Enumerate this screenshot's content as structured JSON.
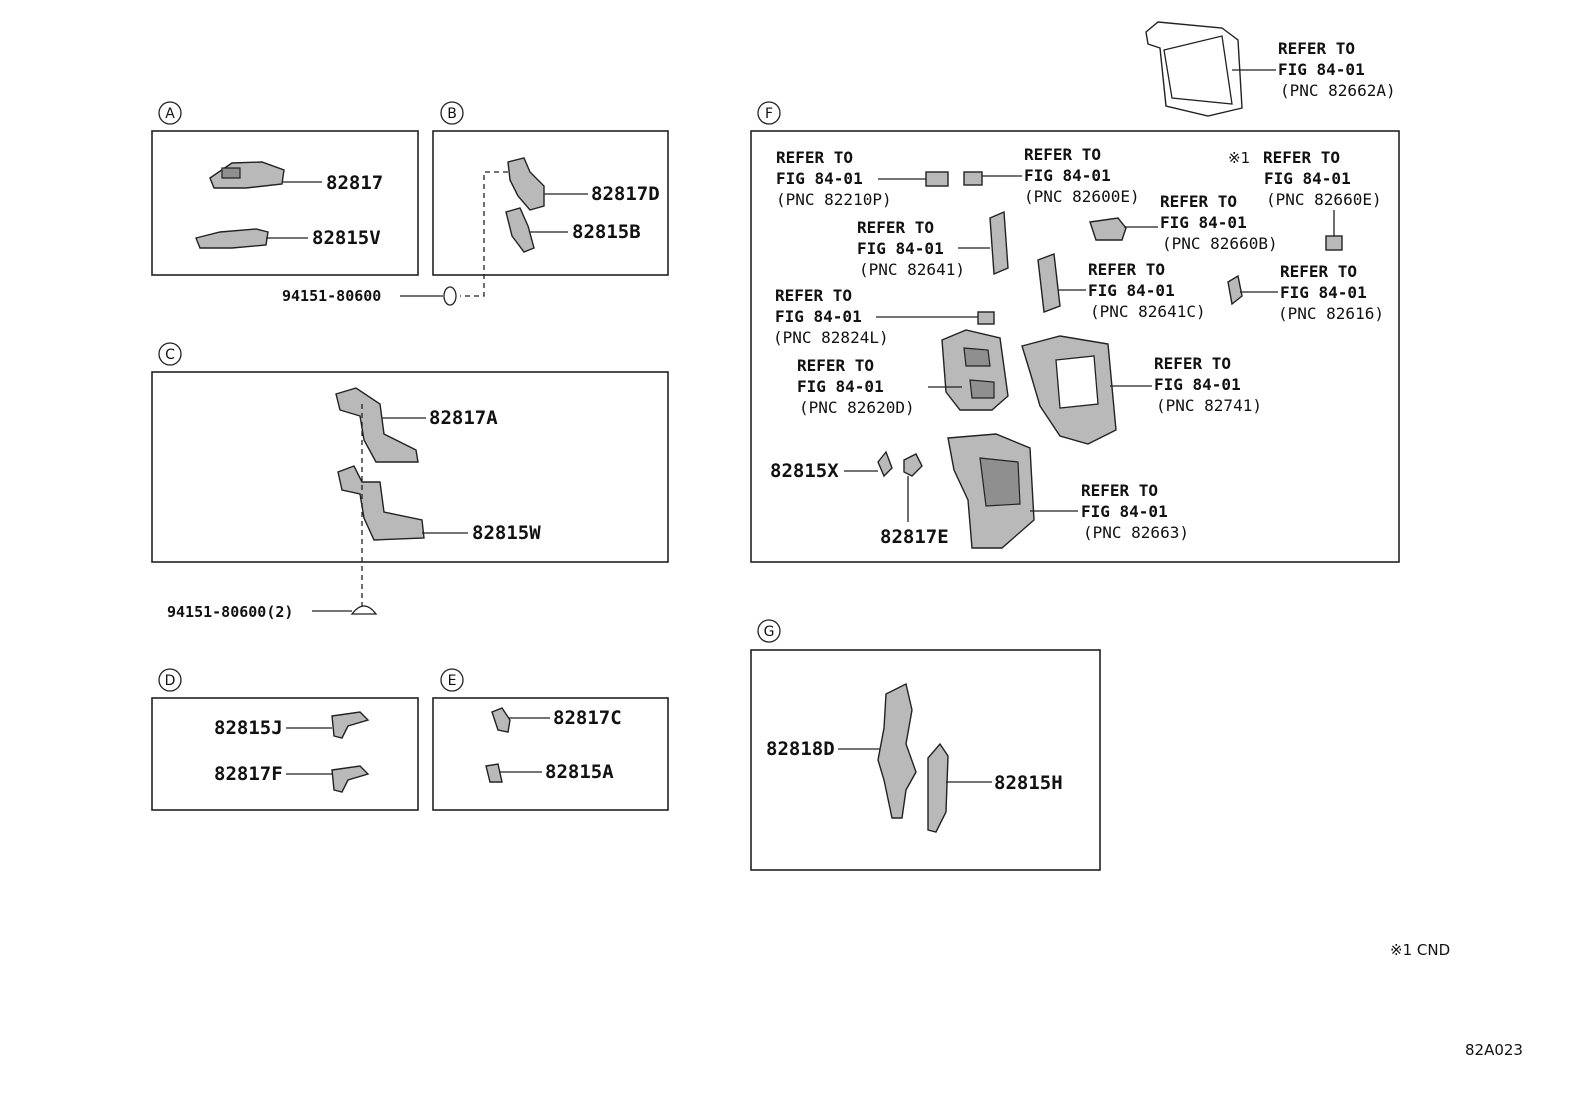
{
  "sections": {
    "A": {
      "label": "A",
      "parts": [
        "82817",
        "82815V"
      ]
    },
    "B": {
      "label": "B",
      "parts": [
        "82817D",
        "82815B"
      ]
    },
    "C": {
      "label": "C",
      "parts": [
        "82817A",
        "82815W"
      ]
    },
    "D": {
      "label": "D",
      "parts": [
        "82815J",
        "82817F"
      ]
    },
    "E": {
      "label": "E",
      "parts": [
        "82817C",
        "82815A"
      ]
    },
    "F": {
      "label": "F",
      "parts": [
        "82815X",
        "82817E"
      ]
    },
    "G": {
      "label": "G",
      "parts": [
        "82818D",
        "82815H"
      ]
    }
  },
  "clips": {
    "b_clip": "94151-80600",
    "c_clip": "94151-80600(2)"
  },
  "refer_line1": "REFER TO",
  "refer_line2": "FIG 84-01",
  "references": [
    {
      "pnc": "(PNC 82662A)"
    },
    {
      "pnc": "(PNC 82210P)"
    },
    {
      "pnc": "(PNC 82600E)"
    },
    {
      "mark": "※1",
      "pnc": "(PNC 82660E)"
    },
    {
      "pnc": "(PNC 82641)"
    },
    {
      "pnc": "(PNC 82660B)"
    },
    {
      "pnc": "(PNC 82641C)"
    },
    {
      "pnc": "(PNC 82616)"
    },
    {
      "pnc": "(PNC 82824L)"
    },
    {
      "pnc": "(PNC 82620D)"
    },
    {
      "pnc": "(PNC 82741)"
    },
    {
      "pnc": "(PNC 82663)"
    }
  ],
  "footnote": "※1 CND",
  "diagram_code": "82A023"
}
